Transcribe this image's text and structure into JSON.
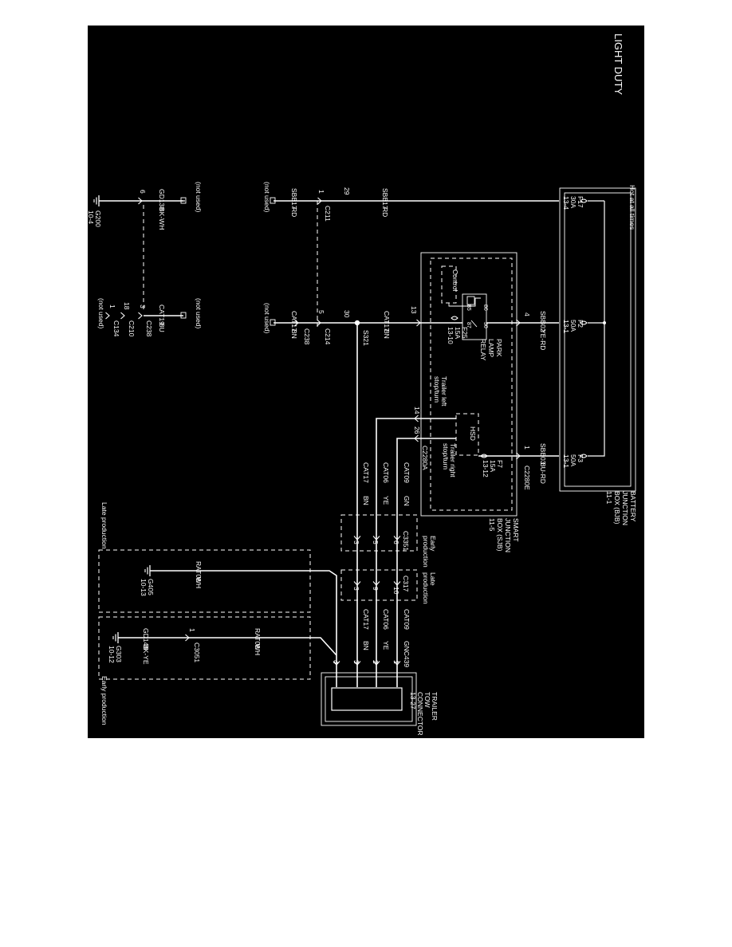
{
  "title": "LIGHT DUTY",
  "bjb": {
    "name_lines": [
      "BATTERY",
      "JUNCTION",
      "BOX (BJB)",
      "11-1"
    ],
    "hot_label": "Hot at all times",
    "fuses": [
      {
        "lines": [
          "F17",
          "30A",
          "13-4"
        ]
      },
      {
        "lines": [
          "F2",
          "50A",
          "13-1"
        ]
      },
      {
        "lines": [
          "F3",
          "50A",
          "13-1"
        ]
      }
    ]
  },
  "sjb": {
    "name_lines": [
      "SMART",
      "JUNCTION",
      "BOX (SJB)",
      "11-5"
    ],
    "control": "Control",
    "relay": [
      "PARK",
      "LAMP",
      "RELAY"
    ],
    "relay_pins": [
      "86",
      "85",
      "30",
      "87"
    ],
    "hsd": "HSD",
    "fuse_f25": [
      "F25",
      "15A",
      "13-10"
    ],
    "fuse_f7": [
      "F7",
      "15A",
      "13-12"
    ],
    "trailer_left": [
      "Trailer left",
      "stop/turn"
    ],
    "trailer_right": [
      "Trailer right",
      "stop/turn"
    ]
  },
  "circuits": {
    "sbb17": "SBB17",
    "rd": "RD",
    "sbb02": "SBB02",
    "ye_rd": "YE-RD",
    "sbb03": "SBB03",
    "bu_rd": "BU-RD",
    "cat17": "CAT17",
    "bn": "BN",
    "cat06": "CAT06",
    "ye": "YE",
    "cat09": "CAT09",
    "gn": "GN",
    "gnc439": "GNC439",
    "rat08": "RAT08",
    "wh": "WH",
    "gd138": "GD138",
    "bk_wh": "BK-WH",
    "cat19": "CAT19",
    "bu": "BU",
    "gd148": "GD148",
    "bk_ye": "BK-YE"
  },
  "connectors": {
    "c211": "C211",
    "c214": "C214",
    "c238": "C238",
    "c210": "C210",
    "c134": "C134",
    "c2280e": "C2280E",
    "c2280a": "C2280A",
    "c3351": "C3351",
    "c317": "C317",
    "c3051": "C3051",
    "s321": "S321",
    "pins": {
      "p4": "4",
      "p1": "1",
      "p13": "13",
      "p14": "14",
      "p26": "26",
      "p29": "29",
      "p30": "30",
      "p5": "5",
      "p9": "9",
      "p3": "3",
      "p18": "18",
      "p6": "6",
      "p10": "10",
      "p2": "2",
      "p8": "8",
      "p7": "7"
    }
  },
  "grounds": {
    "g200": [
      "G200",
      "10-4"
    ],
    "g405": [
      "G405",
      "10-13"
    ],
    "g303": [
      "G303",
      "10-12"
    ]
  },
  "labels": {
    "not_used": "(not used)",
    "late_production": "Late production",
    "early_production": "Early production",
    "late_production_2": [
      "Late",
      "production"
    ],
    "early_production_2": [
      "Early",
      "production"
    ],
    "late_production_3": [
      "Late",
      "production"
    ],
    "early_production_3": [
      "Early",
      "production"
    ]
  },
  "trailer": [
    "TRAILER",
    "TOW",
    "CONNECTOR",
    "13-27"
  ]
}
